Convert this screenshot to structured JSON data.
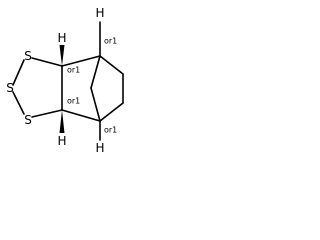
{
  "atoms": {
    "s_top": "S",
    "s_mid": "S",
    "s_bot": "S",
    "h_ul": "H",
    "h_ur": "H",
    "h_ll": "H",
    "h_lr": "H"
  },
  "stereo_labels": {
    "c_ul": "or1",
    "c_ur": "or1",
    "c_ll": "or1",
    "c_lr": "or1"
  }
}
